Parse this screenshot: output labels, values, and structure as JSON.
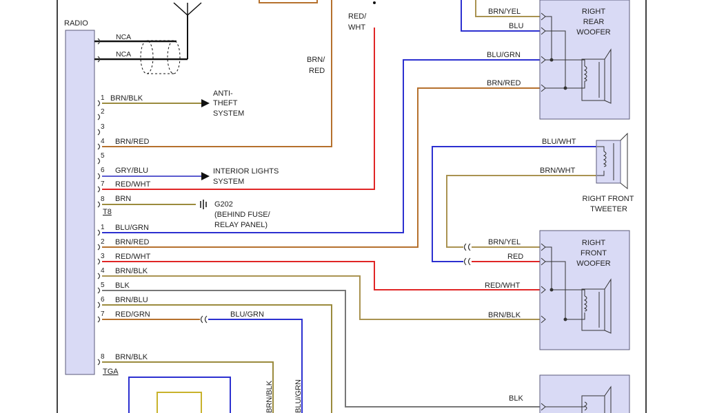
{
  "colors": {
    "brown": "#b5702c",
    "tan": "#a99250",
    "red": "#e02525",
    "blue": "#2b2fd0",
    "olive": "#9a8a3c",
    "gray": "#777777",
    "black": "#111111",
    "box_fill": "#d9daf5"
  },
  "radio": {
    "label": "RADIO"
  },
  "antenna": {
    "wire1": "NCA",
    "wire2": "NCA"
  },
  "connectors": {
    "t8": "T8",
    "tga": "TGA"
  },
  "t8_pins": [
    {
      "pin": "1",
      "wire": "BRN/BLK"
    },
    {
      "pin": "2",
      "wire": ""
    },
    {
      "pin": "3",
      "wire": ""
    },
    {
      "pin": "4",
      "wire": "BRN/RED"
    },
    {
      "pin": "5",
      "wire": ""
    },
    {
      "pin": "6",
      "wire": "GRY/BLU"
    },
    {
      "pin": "7",
      "wire": "RED/WHT"
    },
    {
      "pin": "8",
      "wire": "BRN"
    }
  ],
  "tga_pins": [
    {
      "pin": "1",
      "wire": "BLU/GRN"
    },
    {
      "pin": "2",
      "wire": "BRN/RED"
    },
    {
      "pin": "3",
      "wire": "RED/WHT"
    },
    {
      "pin": "4",
      "wire": "BRN/BLK"
    },
    {
      "pin": "5",
      "wire": "BLK"
    },
    {
      "pin": "6",
      "wire": "BRN/BLU"
    },
    {
      "pin": "7",
      "wire": "RED/GRN"
    },
    {
      "pin": "8",
      "wire": "BRN/BLK"
    }
  ],
  "destinations": {
    "anti_theft": [
      "ANTI-",
      "THEFT",
      "SYSTEM"
    ],
    "interior_lights": [
      "INTERIOR LIGHTS",
      "SYSTEM"
    ],
    "ground": [
      "G202",
      "(BEHIND FUSE/",
      "RELAY PANEL)"
    ]
  },
  "vertical_labels": {
    "brn_red_top": [
      "BRN/",
      "RED"
    ],
    "red_wht_top": [
      "RED/",
      "WHT"
    ],
    "brn_blk_bottom": "BRN/BLK",
    "blu_grn_bottom": "BLU/GRN"
  },
  "speakers": {
    "right_rear_woofer": {
      "name": [
        "RIGHT",
        "REAR",
        "WOOFER"
      ],
      "wires": [
        "BRN/YEL",
        "BLU",
        "BLU/GRN",
        "BRN/RED"
      ]
    },
    "right_front_tweeter": {
      "name": [
        "RIGHT FRONT",
        "TWEETER"
      ],
      "wires": [
        "BLU/WHT",
        "BRN/WHT"
      ]
    },
    "right_front_woofer": {
      "name": [
        "RIGHT",
        "FRONT",
        "WOOFER"
      ],
      "wires": [
        "BRN/YEL",
        "RED",
        "RED/WHT",
        "BRN/BLK"
      ]
    },
    "bottom_speaker": {
      "wires": [
        "BLK"
      ]
    }
  },
  "inline_wires": {
    "red_grn_continuation": "BLU/GRN"
  }
}
